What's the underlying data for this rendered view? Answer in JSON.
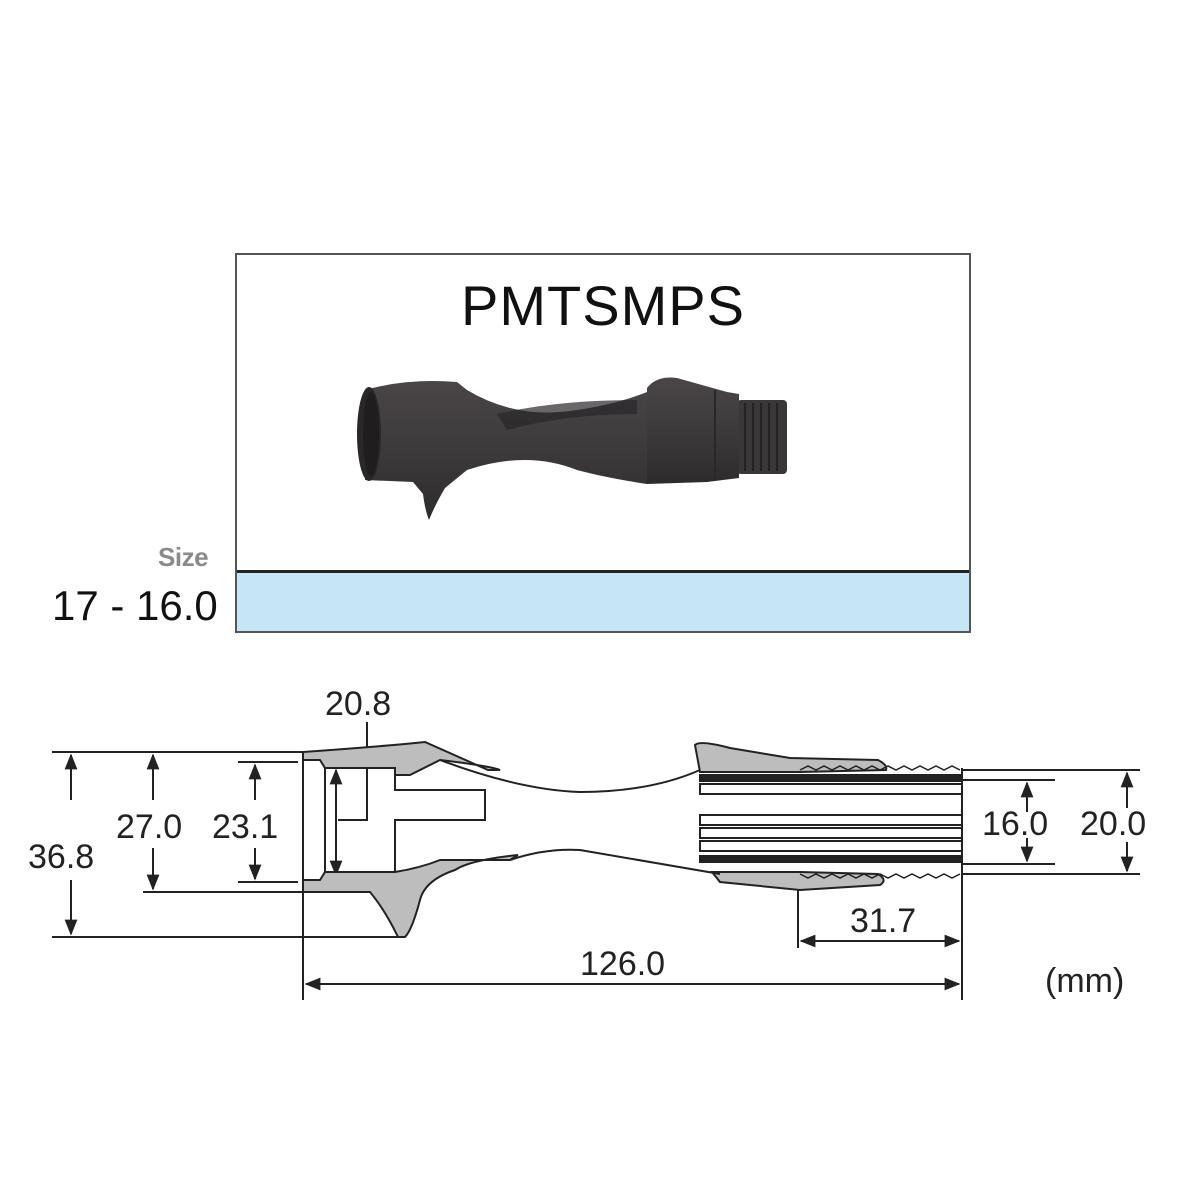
{
  "product": {
    "model": "PMTSMPS",
    "size_label": "Size",
    "size_value": "17 - 16.0",
    "size_row_color": "#c6e6f8",
    "body_color": "#3e3b3d"
  },
  "drawing": {
    "unit": "(mm)",
    "dimensions": {
      "overall_height": "36.8",
      "front_opening_outer": "27.0",
      "front_opening_inner": "23.1",
      "bore_depth": "20.8",
      "thread_inner_dia": "16.0",
      "thread_outer_dia": "20.0",
      "thread_length": "31.7",
      "overall_length": "126.0"
    }
  }
}
